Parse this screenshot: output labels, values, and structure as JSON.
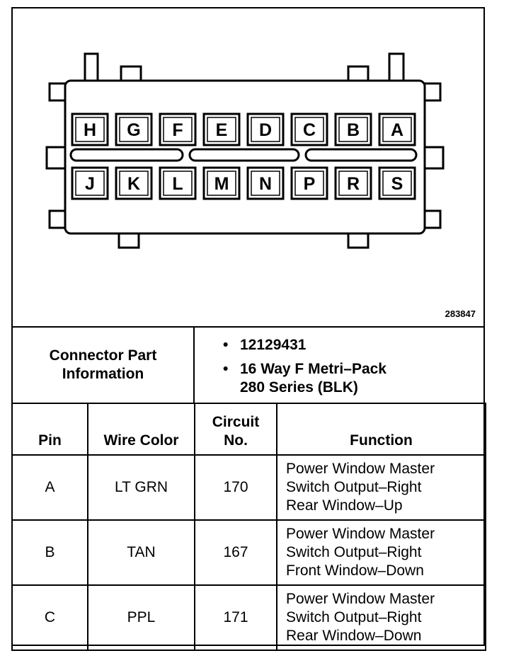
{
  "diagram": {
    "figure_number": "283847",
    "top_row_pins": [
      "H",
      "G",
      "F",
      "E",
      "D",
      "C",
      "B",
      "A"
    ],
    "bottom_row_pins": [
      "J",
      "K",
      "L",
      "M",
      "N",
      "P",
      "R",
      "S"
    ]
  },
  "connector_info": {
    "label_line1": "Connector Part",
    "label_line2": "Information",
    "part_number": "12129431",
    "description_line1": "16 Way F Metri–Pack",
    "description_line2": "280 Series (BLK)",
    "bullet": "•"
  },
  "pin_table": {
    "headers": {
      "pin": "Pin",
      "wire_color": "Wire Color",
      "circuit_line1": "Circuit",
      "circuit_line2": "No.",
      "function": "Function"
    },
    "rows": [
      {
        "pin": "A",
        "wire_color": "LT GRN",
        "circuit": "170",
        "function": [
          "Power Window Master",
          "Switch Output–Right",
          "Rear Window–Up"
        ]
      },
      {
        "pin": "B",
        "wire_color": "TAN",
        "circuit": "167",
        "function": [
          "Power Window Master",
          "Switch Output–Right",
          "Front Window–Down"
        ]
      },
      {
        "pin": "C",
        "wire_color": "PPL",
        "circuit": "171",
        "function": [
          "Power Window Master",
          "Switch Output–Right",
          "Rear Window–Down"
        ]
      }
    ]
  }
}
